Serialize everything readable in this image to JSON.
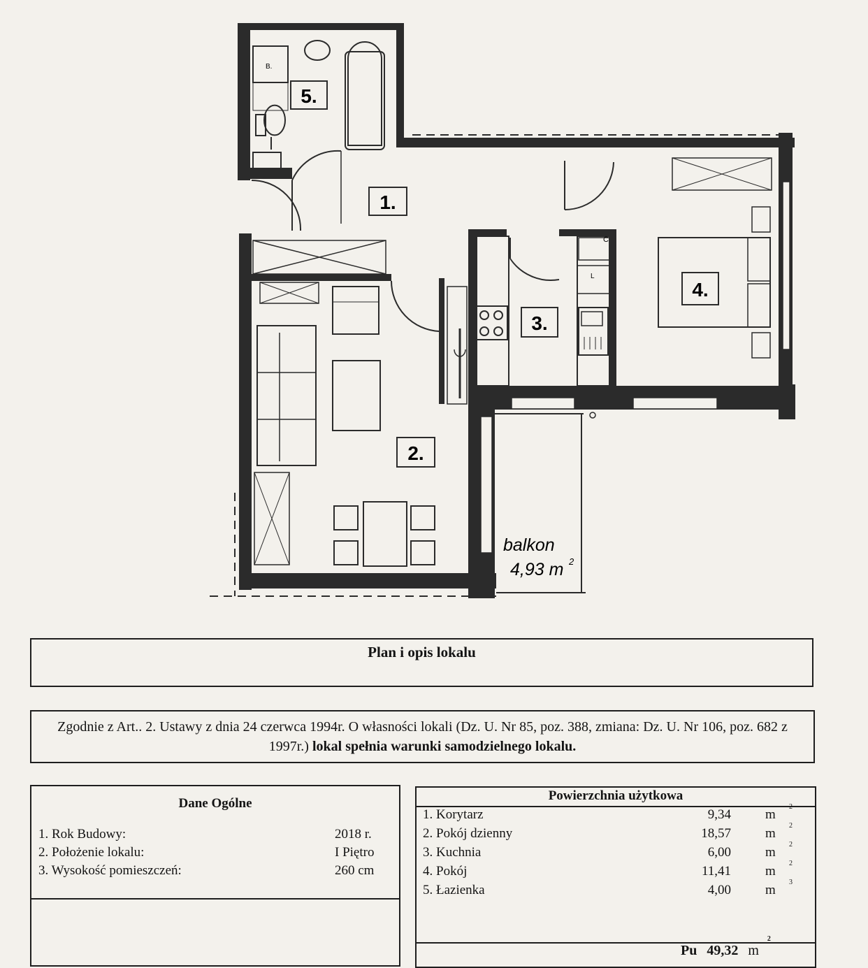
{
  "floor_plan": {
    "rooms": [
      {
        "number": "1."
      },
      {
        "number": "2."
      },
      {
        "number": "3."
      },
      {
        "number": "4."
      },
      {
        "number": "5."
      }
    ],
    "balcony": {
      "label": "balkon",
      "area": "4,93 m",
      "area_sup": "2"
    },
    "fixture_marks": [
      "B.",
      "L",
      "C"
    ]
  },
  "title": "Plan i opis lokalu",
  "legal_note": {
    "text": "Zgodnie z Art.. 2. Ustawy z dnia 24 czerwca 1994r. O własności lokali (Dz. U. Nr 85, poz. 388, zmiana: Dz. U. Nr 106, poz. 682 z 1997r.)",
    "bold": "lokal spełnia warunki samodzielnego lokalu."
  },
  "general": {
    "heading": "Dane Ogólne",
    "rows": [
      {
        "label": "1. Rok Budowy:",
        "value": "2018 r."
      },
      {
        "label": "2. Położenie lokalu:",
        "value": "I Piętro"
      },
      {
        "label": "3. Wysokość pomieszczeń:",
        "value": "260 cm"
      }
    ]
  },
  "usable_area": {
    "heading": "Powierzchnia użytkowa",
    "rows": [
      {
        "label": "1. Korytarz",
        "value": "9,34",
        "unit": "m",
        "sup": "2"
      },
      {
        "label": "2. Pokój dzienny",
        "value": "18,57",
        "unit": "m",
        "sup": "2"
      },
      {
        "label": "3. Kuchnia",
        "value": "6,00",
        "unit": "m",
        "sup": "2"
      },
      {
        "label": "4. Pokój",
        "value": "11,41",
        "unit": "m",
        "sup": "2"
      },
      {
        "label": "5. Łazienka",
        "value": "4,00",
        "unit": "m",
        "sup": "3"
      }
    ],
    "total": {
      "label": "Pu",
      "value": "49,32",
      "unit": "m",
      "sup": "2"
    }
  }
}
